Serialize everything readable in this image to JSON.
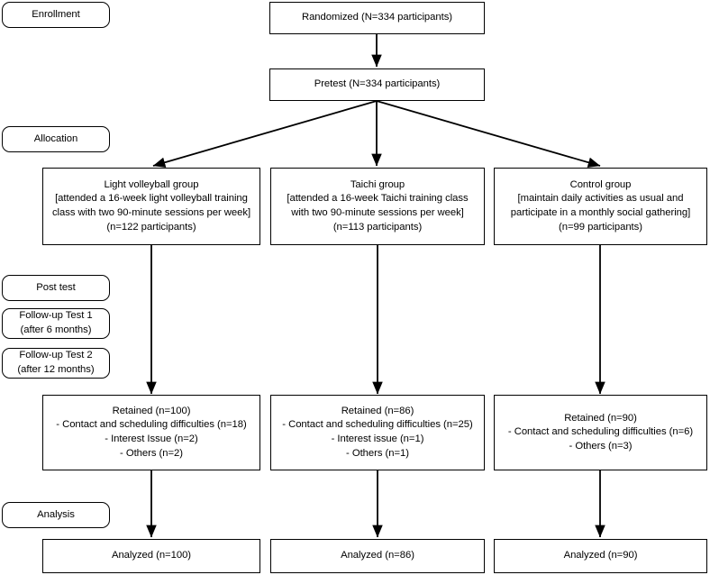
{
  "diagram": {
    "title": "CONSORT participant flow diagram",
    "stage_labels": [
      {
        "id": "enrollment",
        "lines": [
          "Enrollment"
        ]
      },
      {
        "id": "allocation",
        "lines": [
          "Allocation"
        ]
      },
      {
        "id": "post-test",
        "lines": [
          "Post test"
        ]
      },
      {
        "id": "follow-up-1",
        "lines": [
          "Follow-up Test 1",
          "(after 6 months)"
        ]
      },
      {
        "id": "follow-up-2",
        "lines": [
          "Follow-up Test 2",
          "(after 12 months)"
        ]
      },
      {
        "id": "analysis",
        "lines": [
          "Analysis"
        ]
      }
    ],
    "enrollment": {
      "randomized": {
        "lines": [
          "Randomized (N=334 participants)"
        ]
      },
      "pretest": {
        "lines": [
          "Pretest (N=334 participants)"
        ]
      }
    },
    "allocation_groups": [
      {
        "id": "light-volleyball",
        "lines": [
          "Light volleyball group",
          "[attended a 16-week light volleyball training",
          "class with two 90-minute sessions per week]",
          "(n=122 participants)"
        ]
      },
      {
        "id": "taichi",
        "lines": [
          "Taichi group",
          "[attended a 16-week Taichi training class",
          "with two 90-minute sessions per week]",
          "(n=113 participants)"
        ]
      },
      {
        "id": "control",
        "lines": [
          "Control group",
          "[maintain daily activities as usual and",
          "participate in a monthly social gathering]",
          "(n=99 participants)"
        ]
      }
    ],
    "retention_groups": [
      {
        "id": "light-volleyball",
        "lines": [
          "Retained (n=100)",
          "- Contact and scheduling difficulties (n=18)",
          "- Interest Issue (n=2)",
          "- Others (n=2)"
        ]
      },
      {
        "id": "taichi",
        "lines": [
          "Retained (n=86)",
          "- Contact and scheduling difficulties (n=25)",
          "- Interest issue (n=1)",
          "- Others (n=1)"
        ]
      },
      {
        "id": "control",
        "lines": [
          "Retained (n=90)",
          "- Contact and scheduling difficulties (n=6)",
          "- Others (n=3)"
        ]
      }
    ],
    "analysis_groups": [
      {
        "id": "light-volleyball",
        "lines": [
          "Analyzed (n=100)"
        ]
      },
      {
        "id": "taichi",
        "lines": [
          "Analyzed (n=86)"
        ]
      },
      {
        "id": "control",
        "lines": [
          "Analyzed (n=90)"
        ]
      }
    ],
    "colors": {
      "stroke": "#000000",
      "fill": "#ffffff",
      "text": "#000000"
    }
  }
}
